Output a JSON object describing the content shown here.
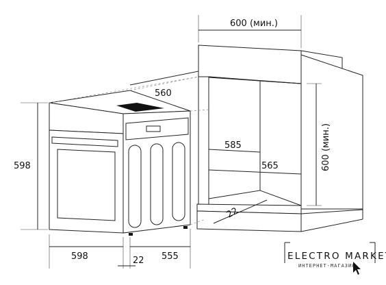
{
  "dimensions": {
    "cabinet_width_min": "600 (мин.)",
    "cabinet_height_min": "600 (мин.)",
    "oven_depth_top": "560",
    "niche_depth_upper": "585",
    "niche_depth_lower": "565",
    "vent_gap": "22",
    "oven_height": "598",
    "oven_width": "598",
    "door_offset": "22",
    "body_depth": "555"
  },
  "logo": {
    "title": "ELECTRO MARKET",
    "subtitle": "ИНТЕРНЕТ-МАГАЗИН",
    "cursor_icon": "cursor-arrow-icon"
  },
  "colors": {
    "line": "#222222",
    "guide": "#9a9a9a",
    "text": "#111111"
  }
}
